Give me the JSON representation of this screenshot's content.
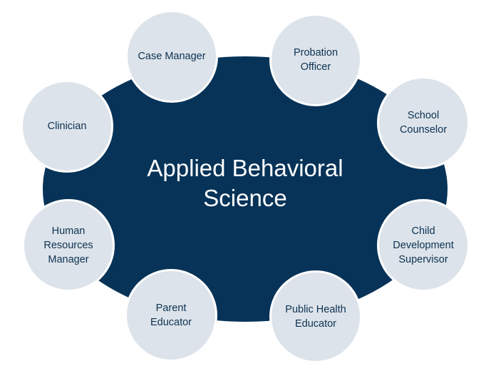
{
  "title": "Applied Behavioral Science",
  "colors": {
    "center": "#073358",
    "node": "#dce3ea",
    "node_text": "#0d3252"
  },
  "careers": [
    "Case Manager",
    "Probation Officer",
    "Clinician",
    "School Counselor",
    "Human Resources Manager",
    "Child Development Supervisor",
    "Parent Educator",
    "Public Health Educator"
  ]
}
